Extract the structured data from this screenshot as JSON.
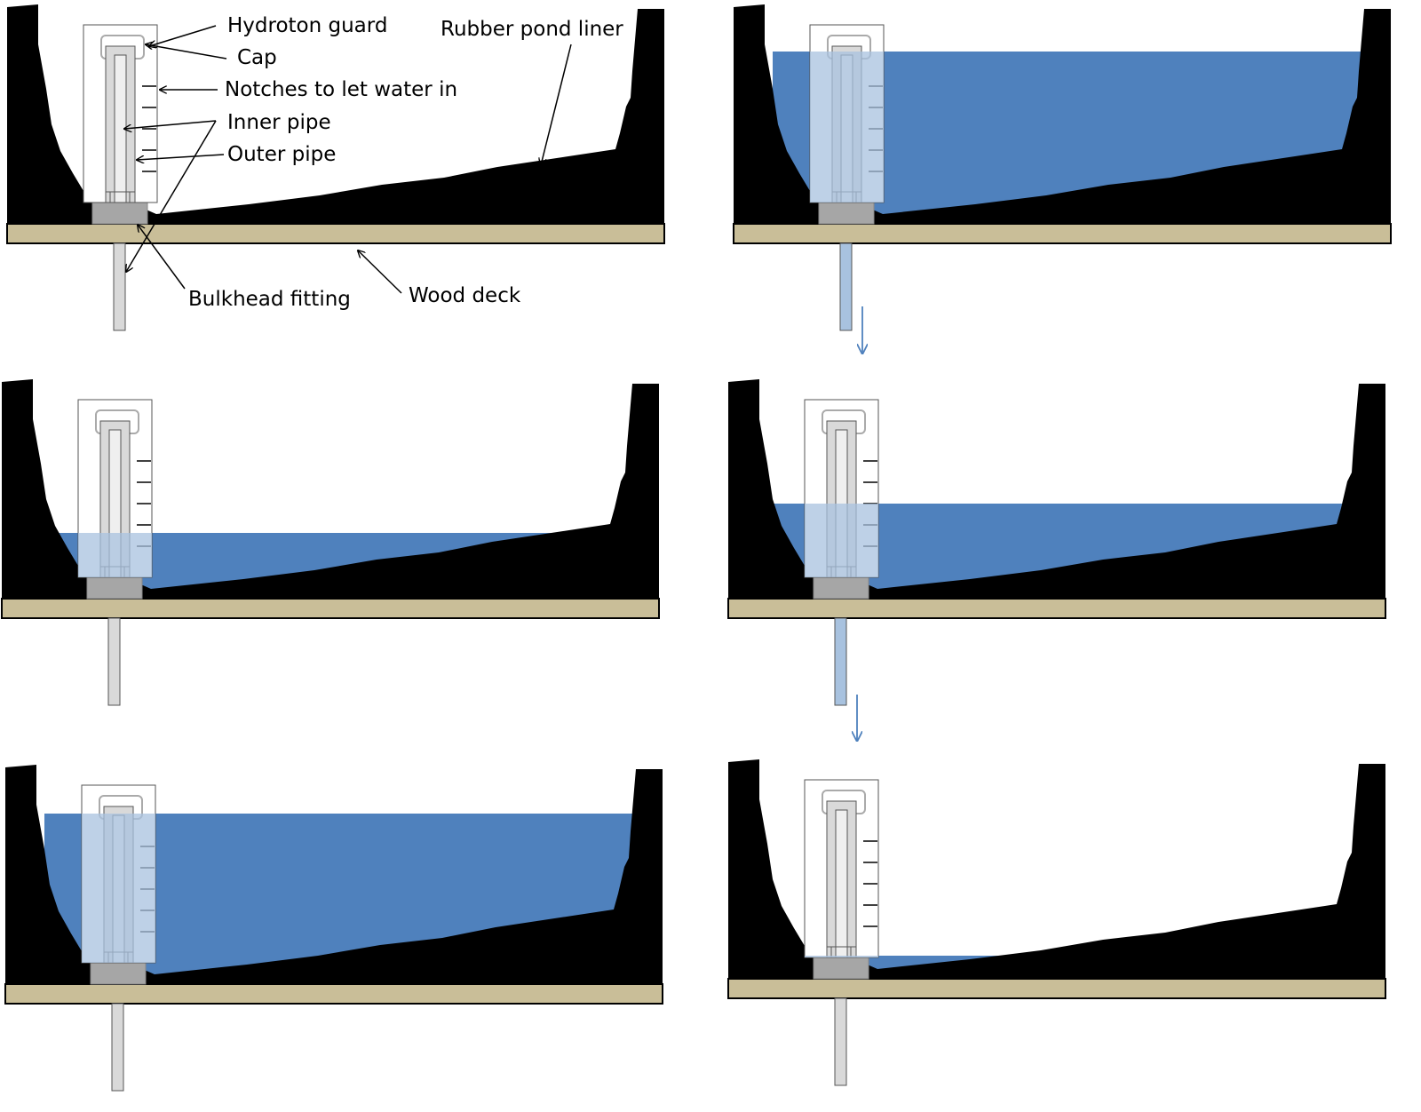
{
  "labels": {
    "hydroton_guard": "Hydroton guard",
    "cap": "Cap",
    "notches": "Notches to let water in",
    "inner_pipe": "Inner pipe",
    "outer_pipe": "Outer pipe",
    "pond_liner": "Rubber pond liner",
    "bulkhead": "Bulkhead fitting",
    "wood_deck": "Wood deck"
  },
  "panels": [
    {
      "id": "top-left",
      "water_level": "empty",
      "draining": false
    },
    {
      "id": "top-right",
      "water_level": "full",
      "draining": true
    },
    {
      "id": "middle-left",
      "water_level": "low",
      "draining": false
    },
    {
      "id": "middle-right",
      "water_level": "medium",
      "draining": true
    },
    {
      "id": "bottom-left",
      "water_level": "full",
      "draining": false
    },
    {
      "id": "bottom-right",
      "water_level": "drained",
      "draining": false
    }
  ],
  "colors": {
    "water": "#4f81bd",
    "water_in_guard": "#a8c2df",
    "liner": "#000000",
    "deck": "#c9be98",
    "bulkhead": "#a6a6a6",
    "pipe": "#d9d9d9",
    "drain_arrow": "#4f81bd"
  }
}
